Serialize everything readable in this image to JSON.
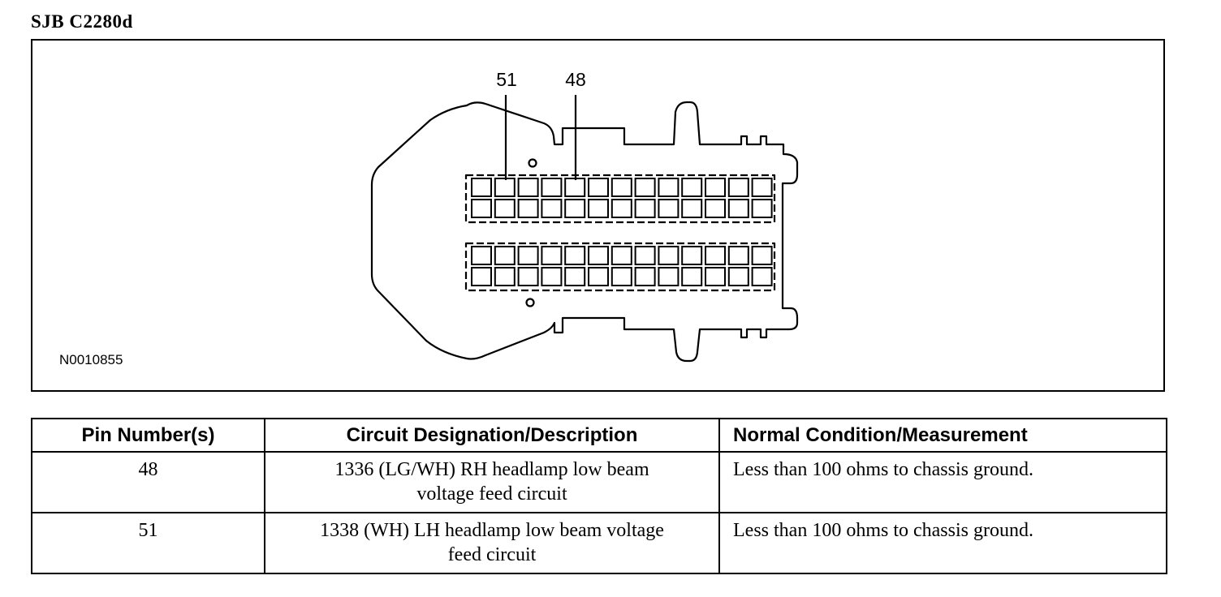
{
  "title": "SJB C2280d",
  "figure": {
    "callouts": [
      "51",
      "48"
    ],
    "figure_id": "N0010855"
  },
  "table": {
    "headers": [
      "Pin Number(s)",
      "Circuit Designation/Description",
      "Normal Condition/Measurement"
    ],
    "rows": [
      {
        "pin": "48",
        "circuit_line1": "1336 (LG/WH) RH headlamp low beam",
        "circuit_line2": "voltage feed circuit",
        "measurement": "Less than 100 ohms to chassis ground."
      },
      {
        "pin": "51",
        "circuit_line1": "1338 (WH) LH headlamp low beam voltage",
        "circuit_line2": "feed circuit",
        "measurement": "Less than 100 ohms to chassis ground."
      }
    ]
  }
}
